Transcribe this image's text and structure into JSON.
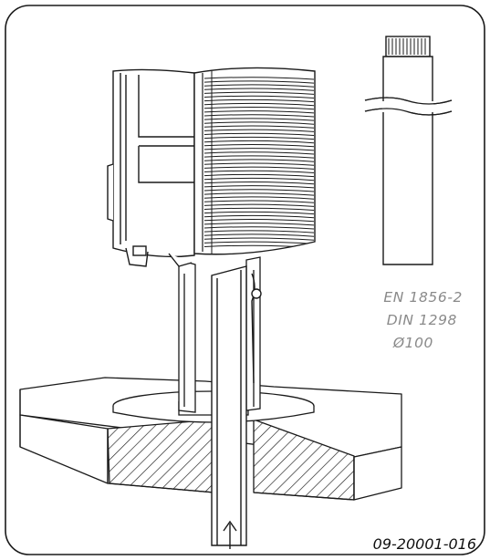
{
  "pipe_spec": {
    "line1": "EN 1856-2",
    "line2": "DIN 1298",
    "line3": "Ø100"
  },
  "drawing_number": "09-20001-016",
  "colors": {
    "stroke": "#1a1a1a",
    "label_gray": "#8a8a8a",
    "background": "#ffffff"
  },
  "icons": {
    "arrow": "up-arrow-icon"
  }
}
